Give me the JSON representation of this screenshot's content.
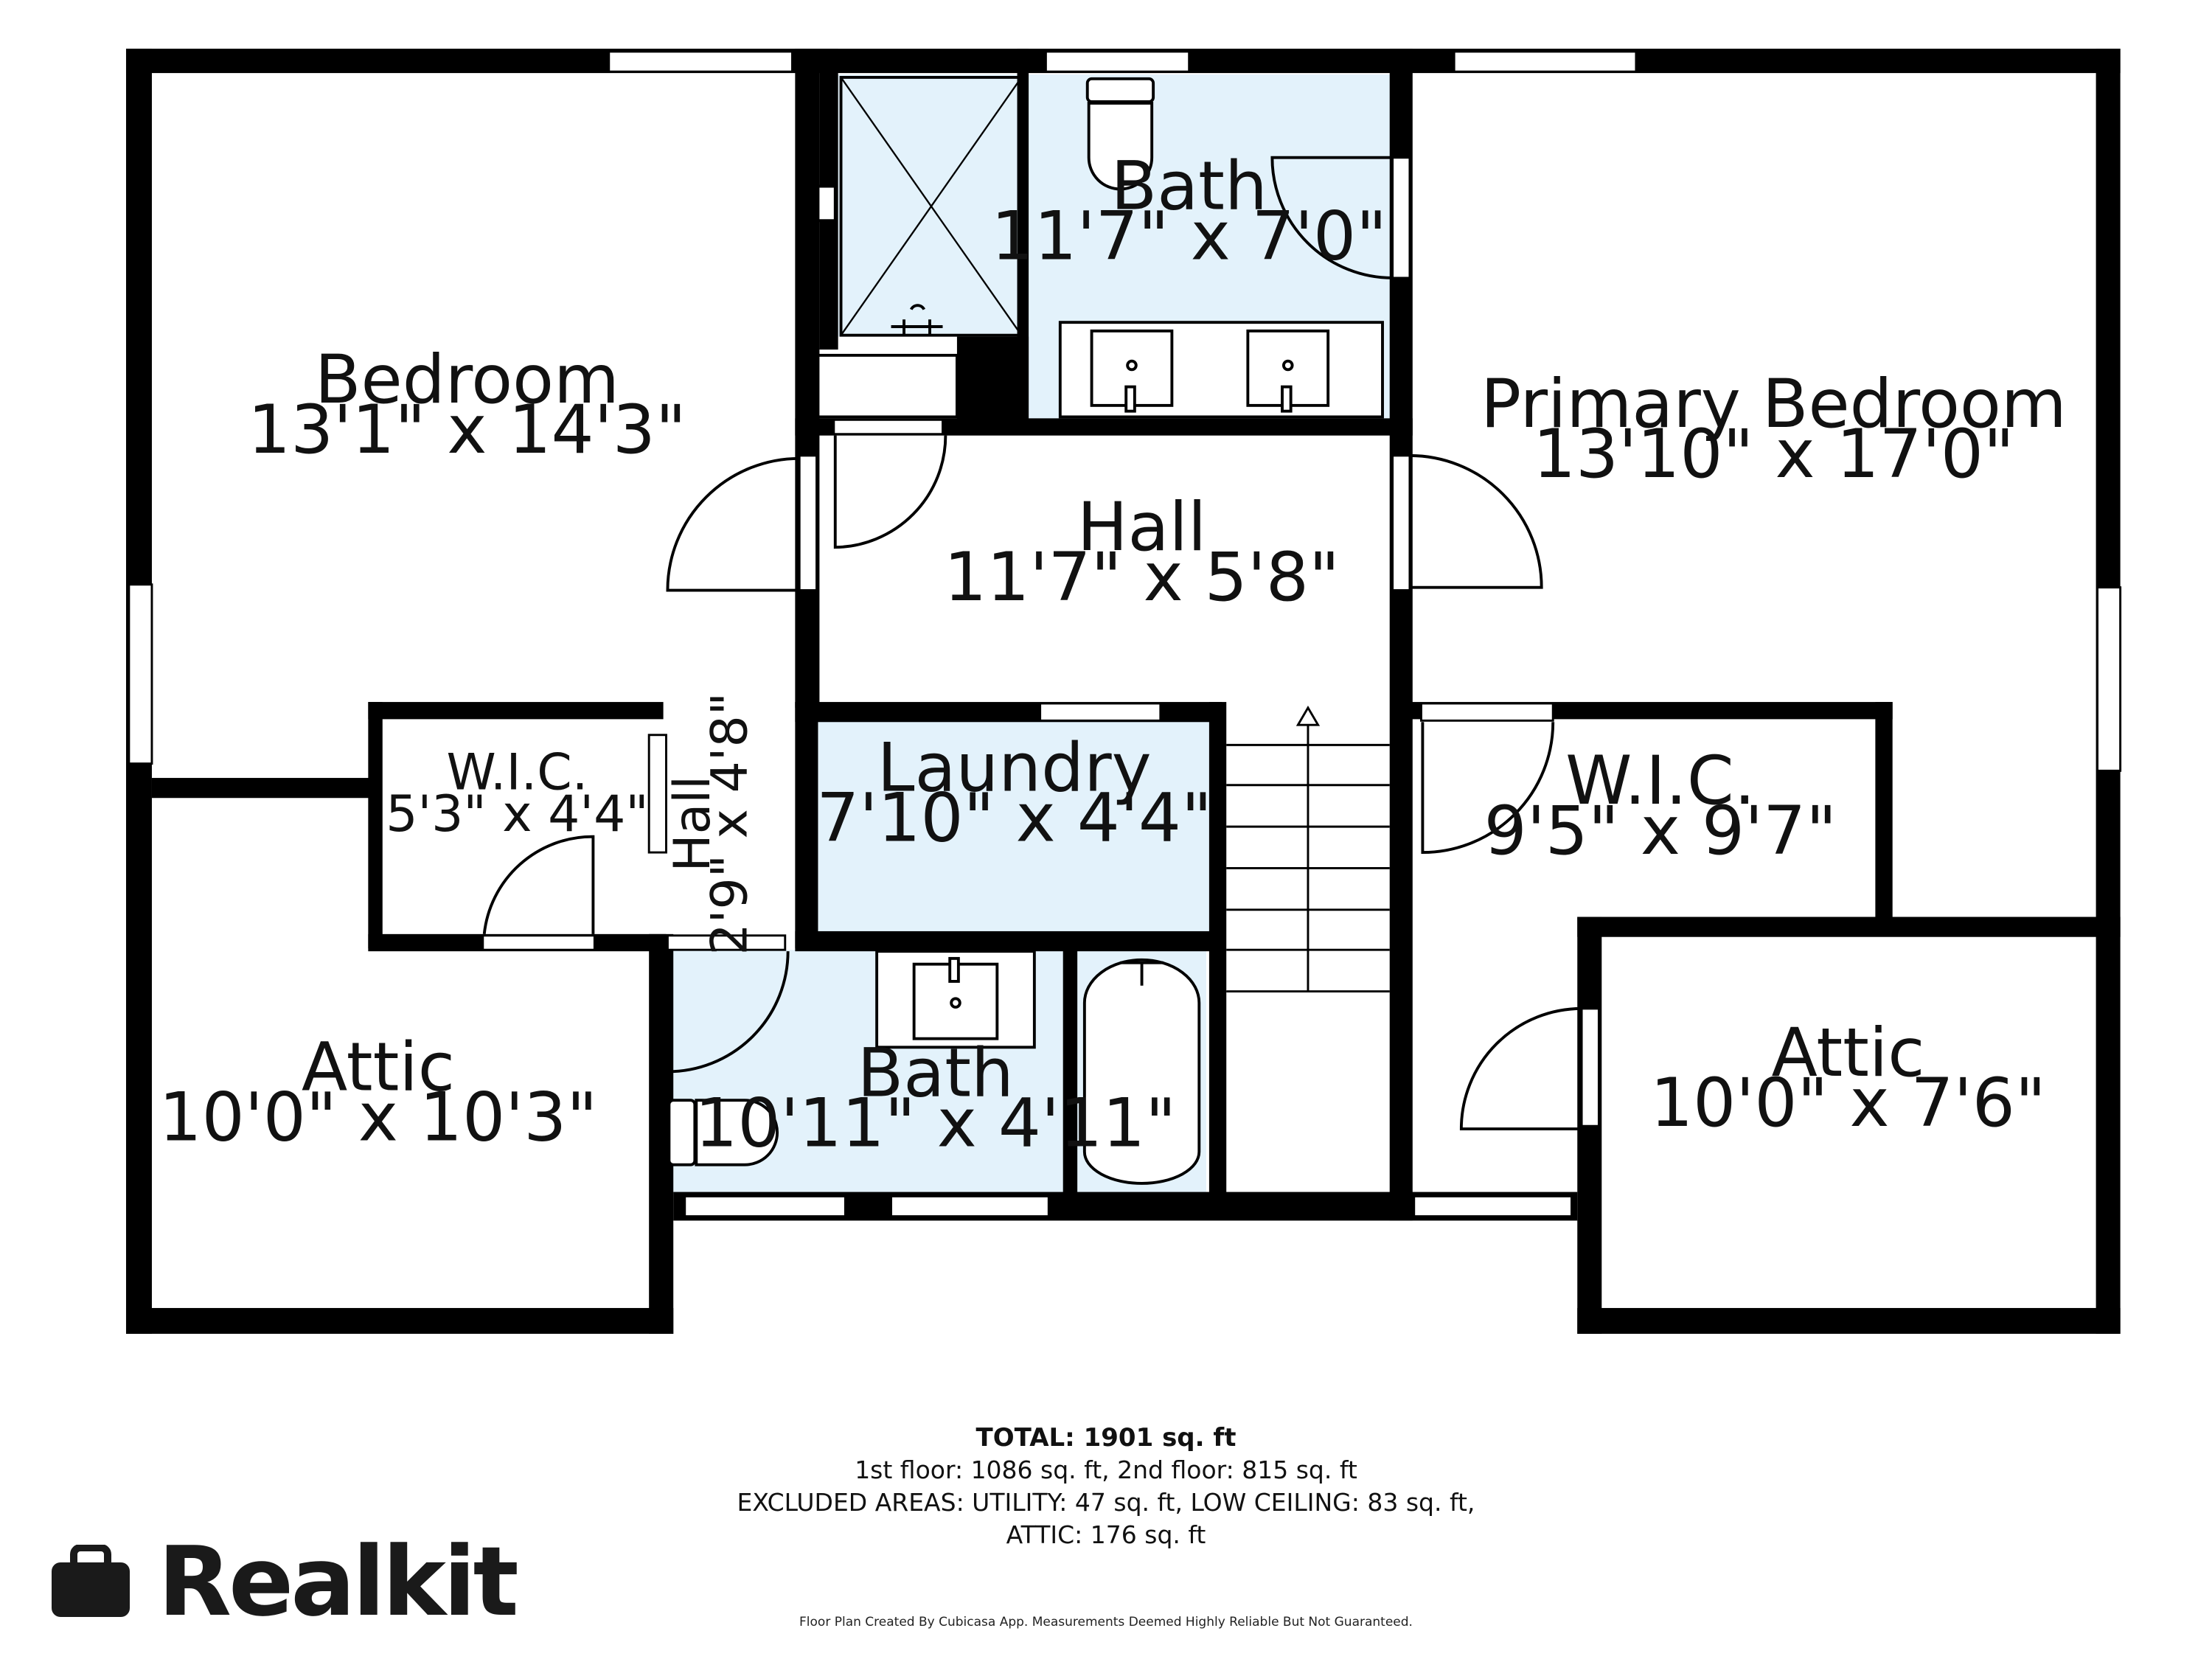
{
  "rooms": {
    "bedroom": {
      "name": "Bedroom",
      "dims": "13'1\" x 14'3\""
    },
    "bath_top": {
      "name": "Bath",
      "dims": "11'7\" x 7'0\""
    },
    "primary_bedroom": {
      "name": "Primary Bedroom",
      "dims": "13'10\" x 17'0\""
    },
    "hall_main": {
      "name": "Hall",
      "dims": "11'7\" x 5'8\""
    },
    "wic_left": {
      "name": "W.I.C.",
      "dims": "5'3\" x 4'4\""
    },
    "hall_small": {
      "name": "Hall",
      "dims": "2'9\" x 4'8\""
    },
    "laundry": {
      "name": "Laundry",
      "dims": "7'10\" x 4'4\""
    },
    "wic_right": {
      "name": "W.I.C.",
      "dims": "9'5\" x 9'7\""
    },
    "attic_left": {
      "name": "Attic",
      "dims": "10'0\" x 10'3\""
    },
    "bath_bottom": {
      "name": "Bath",
      "dims": "10'11\" x 4'11\""
    },
    "attic_right": {
      "name": "Attic",
      "dims": "10'0\" x 7'6\""
    }
  },
  "summary": {
    "total": "TOTAL: 1901 sq. ft",
    "floors": "1st floor: 1086 sq. ft, 2nd floor: 815 sq. ft",
    "excluded": "EXCLUDED AREAS: UTILITY: 47 sq. ft, LOW CEILING: 83 sq. ft,",
    "attic": "ATTIC:  176 sq. ft"
  },
  "brand": {
    "name": "Realkit",
    "icon": "briefcase-icon"
  },
  "disclaimer": "Floor Plan Created By Cubicasa App. Measurements Deemed Highly Reliable But Not Guaranteed.",
  "colors": {
    "wall": "#000000",
    "wet_area": "#e3f2fb",
    "background": "#ffffff"
  }
}
